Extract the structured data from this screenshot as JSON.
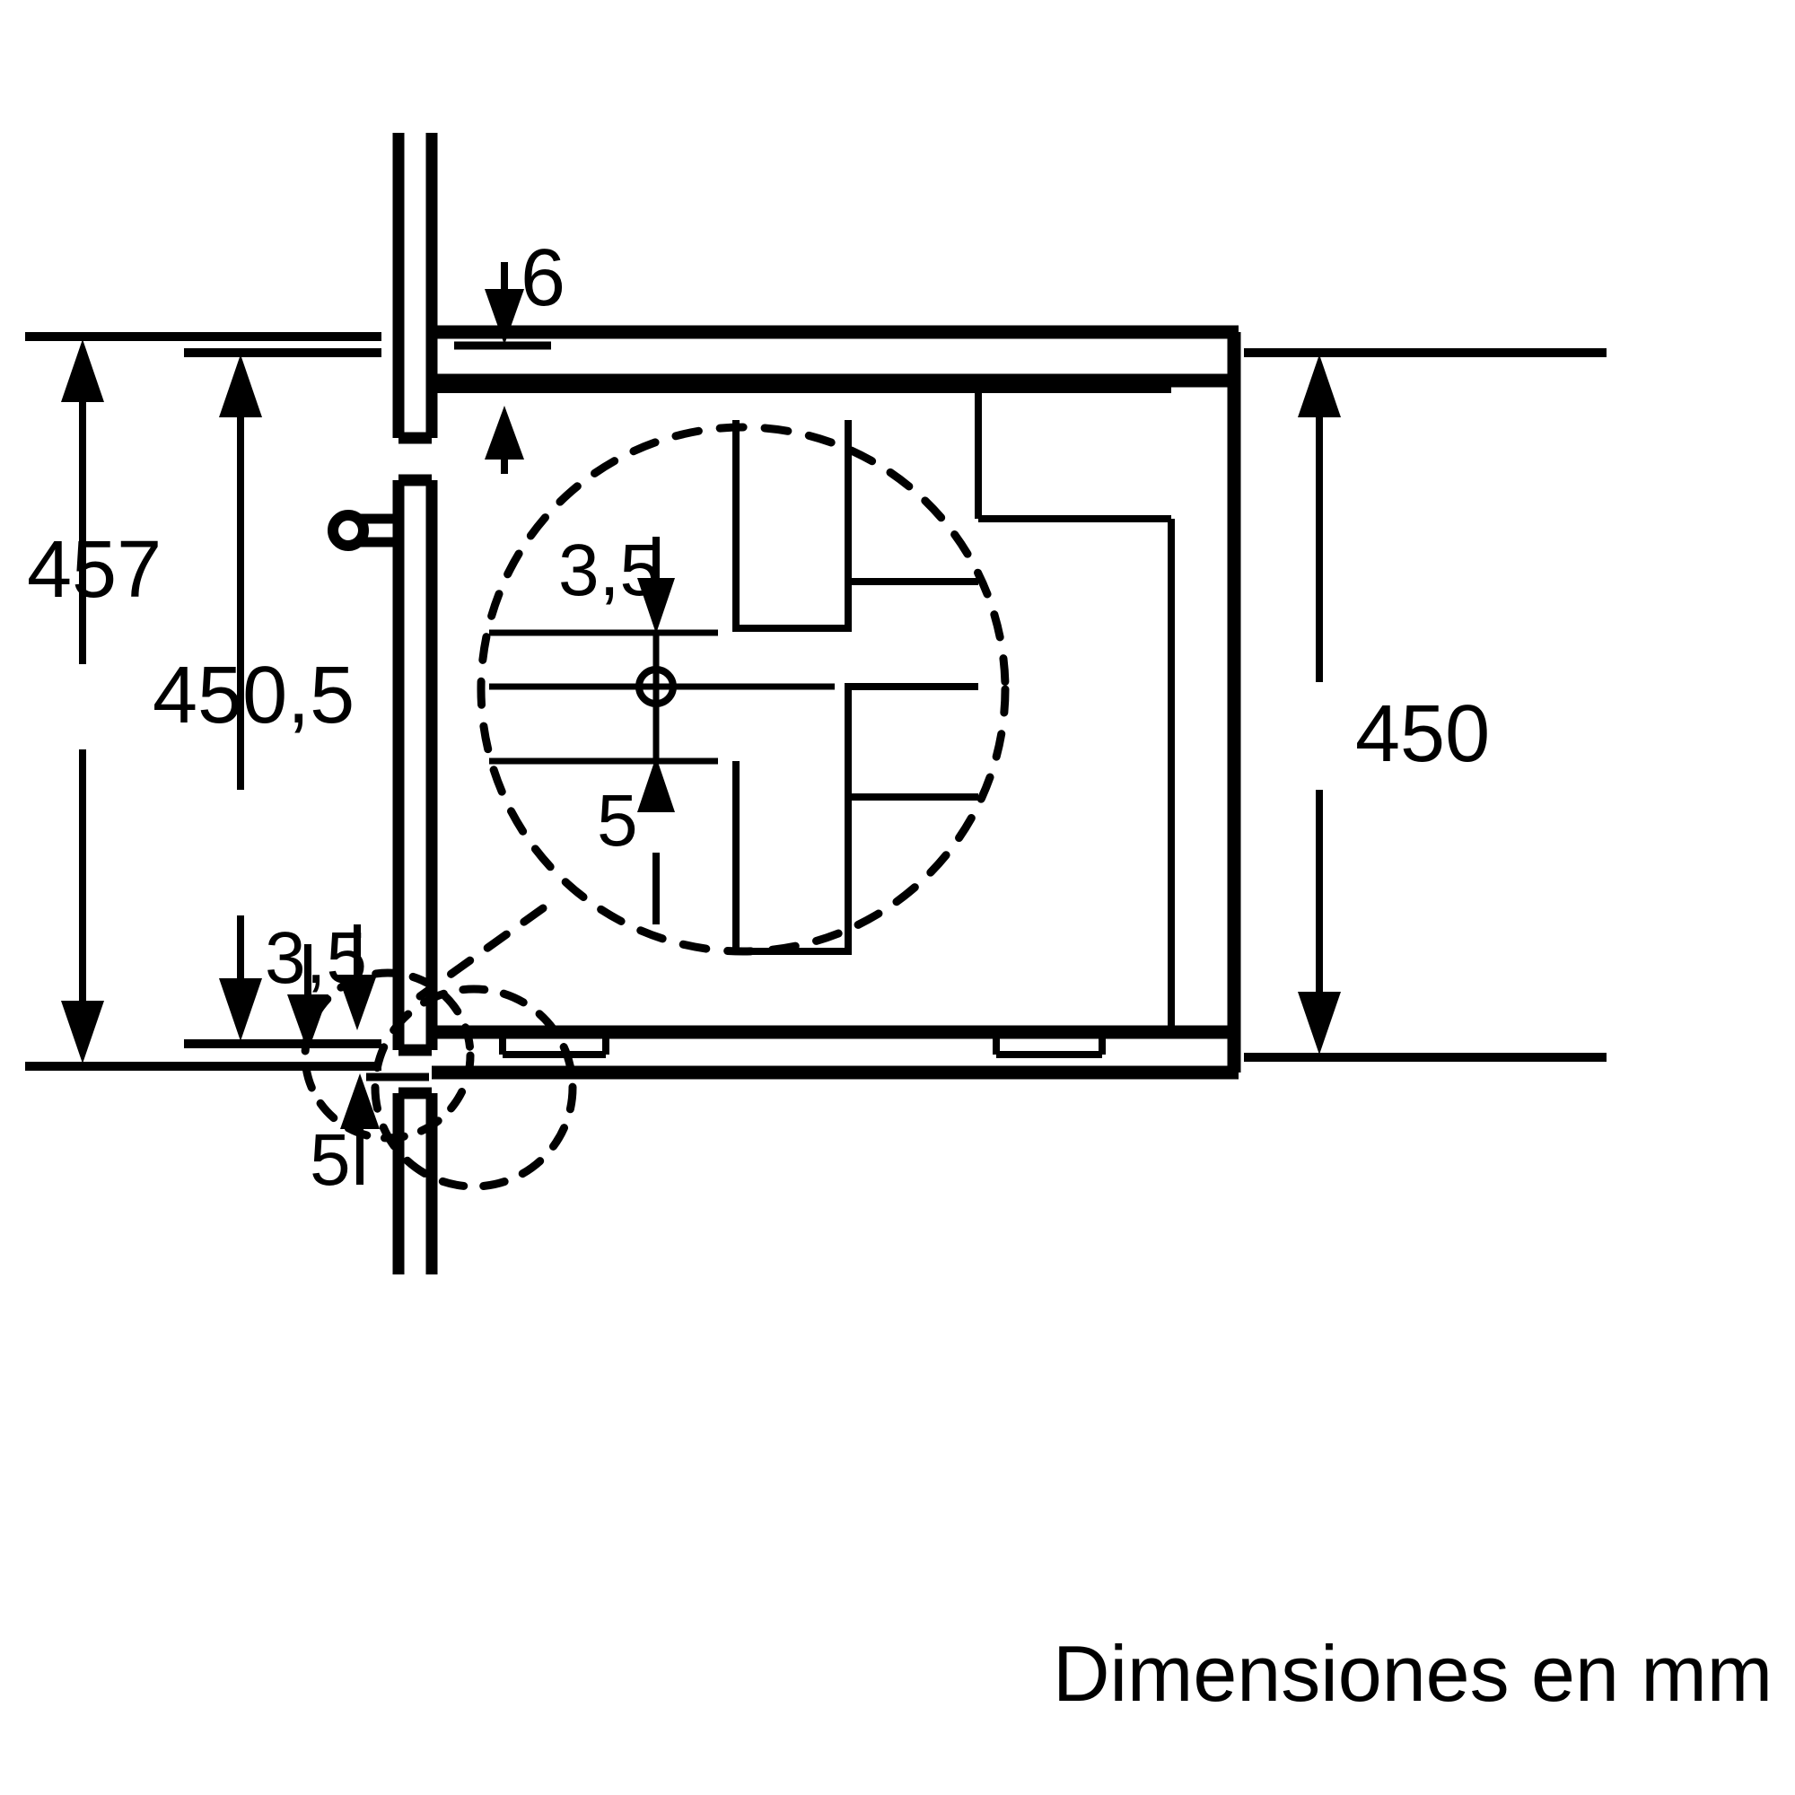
{
  "drawing": {
    "title": "Technical installation drawing - built-in appliance side view",
    "caption": "Dimensiones en mm",
    "units": "mm",
    "stroke_color": "#000000",
    "background_color": "#ffffff"
  },
  "dimensions": {
    "overall_left_outer": "457",
    "overall_left_inner": "450,5",
    "overall_right": "450",
    "top_gap": "6",
    "detail_upper": "3,5",
    "detail_lower": "5",
    "detail_bottom_left_upper": "3,5",
    "detail_bottom_left_lower": "5"
  },
  "labels": {
    "d457": "457",
    "d4505": "450,5",
    "d450": "450",
    "d6": "6",
    "d35_detail": "3,5",
    "d5_detail": "5",
    "d35_bottom": "3,5",
    "d5_bottom": "5",
    "caption": "Dimensiones en mm"
  }
}
